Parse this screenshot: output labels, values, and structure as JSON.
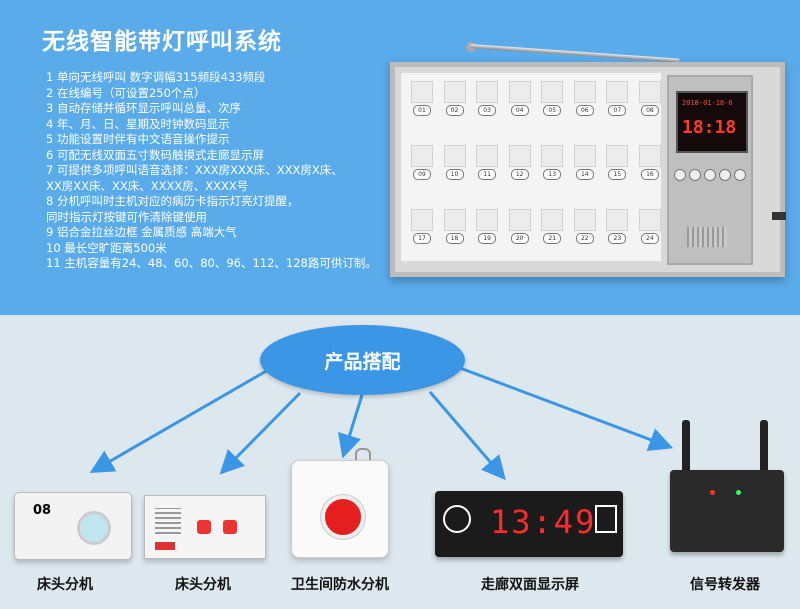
{
  "title": "无线智能带灯呼叫系统",
  "features": [
    "1 单向无线呼叫 数字调幅315频段433频段",
    "2 在线编号（可设置250个点）",
    "3 自动存储并循环显示呼叫总量、次序",
    "4 年、月、日、星期及时钟数码显示",
    "5 功能设置时伴有中文语音操作提示",
    "6 可配无线双面五寸数码触摸式走廊显示屏",
    "7 可提供多项呼叫语音选择：XXX房XXX床、XXX房X床、",
    "  XX房XX床、XX床、XXXX房、XXXX号",
    "8 分机呼叫时主机对应的病历卡指示灯亮灯提醒，",
    "  同时指示灯按键可作清除键使用",
    "9 铝合金拉丝边框 金属质感 高端大气",
    "10 最长空旷距离500米",
    "11 主机容量有24、48、60、80、96、112、128路可供订制。"
  ],
  "panel": {
    "card_rows": [
      [
        "01",
        "02",
        "03",
        "04",
        "05",
        "06",
        "07",
        "08"
      ],
      [
        "09",
        "10",
        "11",
        "12",
        "13",
        "14",
        "15",
        "16"
      ],
      [
        "17",
        "18",
        "19",
        "20",
        "21",
        "22",
        "23",
        "24"
      ]
    ],
    "lcd_date": "2018-01-18-6",
    "lcd_time": "18:18"
  },
  "section_title": "产品搭配",
  "products": [
    {
      "label": "床头分机",
      "badge": "08"
    },
    {
      "label": "床头分机"
    },
    {
      "label": "卫生间防水分机"
    },
    {
      "label": "走廊双面显示屏",
      "time": "13:49"
    },
    {
      "label": "信号转发器"
    }
  ],
  "colors": {
    "top_bg": "#5aabea",
    "bottom_bg": "#dde7ee",
    "bubble": "#3b97e6",
    "arrow": "#3b97e6",
    "led": "#ff2b2b"
  }
}
